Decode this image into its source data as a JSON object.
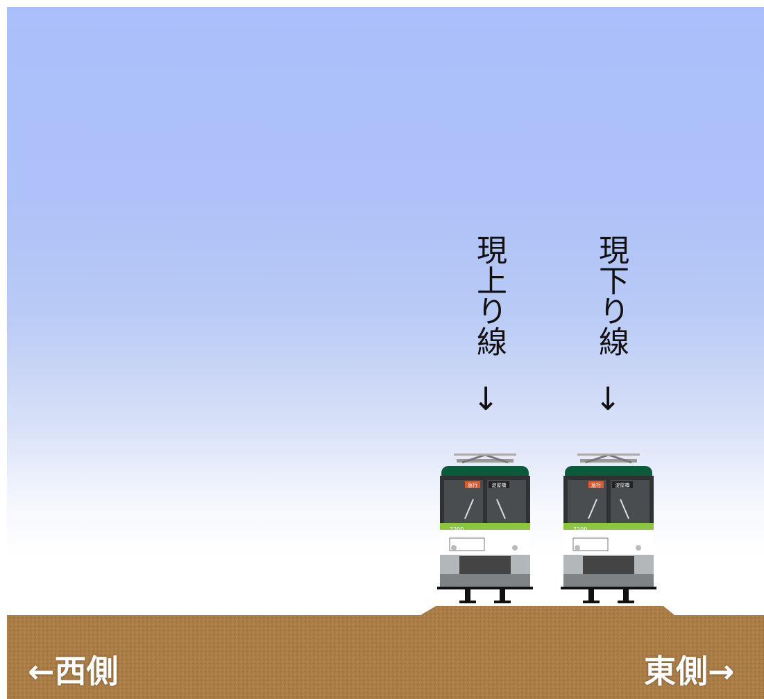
{
  "labels": {
    "up_line": "現上り線",
    "down_line": "現下り線",
    "arrow": "↓",
    "west": "←西側",
    "east": "東側→"
  },
  "trains": [
    {
      "number": "7200",
      "type_sign": "急行",
      "dest_sign": "淀屋橋"
    },
    {
      "number": "7200",
      "type_sign": "急行",
      "dest_sign": "淀屋橋"
    }
  ],
  "colors": {
    "sky_top": "#aabffb",
    "ground": "#a97c45",
    "train_green": "#0b5a3c",
    "train_lime": "#8cc63e"
  }
}
